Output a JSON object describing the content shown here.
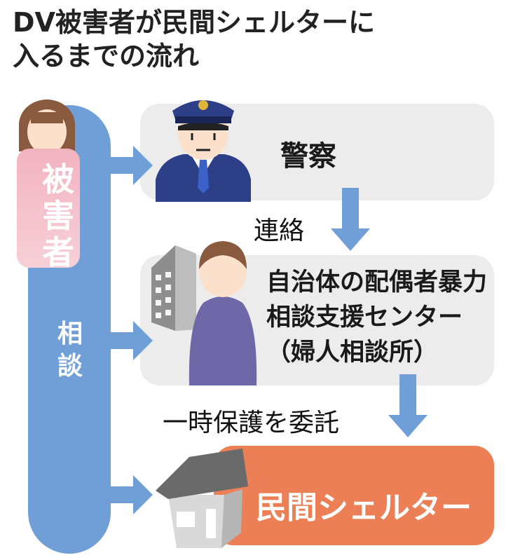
{
  "title": {
    "line1": "DV被害者が民間シェルターに",
    "line2": "入るまでの流れ"
  },
  "victim": {
    "label": [
      "被",
      "害",
      "者"
    ]
  },
  "consult_label": [
    "相",
    "談"
  ],
  "police": {
    "label": "警察"
  },
  "contact_label": "連絡",
  "center": {
    "lines": [
      "自治体の配偶者暴力",
      "相談支援センター",
      "（婦人相談所）"
    ]
  },
  "entrust_label": "一時保護を委託",
  "shelter": {
    "label": "民間シェルター"
  },
  "colors": {
    "pill": "#6f9fd6",
    "arrow": "#6f9fd6",
    "box": "#ececec",
    "shelter": "#ec7f55",
    "victim": "#f2b3c0"
  }
}
